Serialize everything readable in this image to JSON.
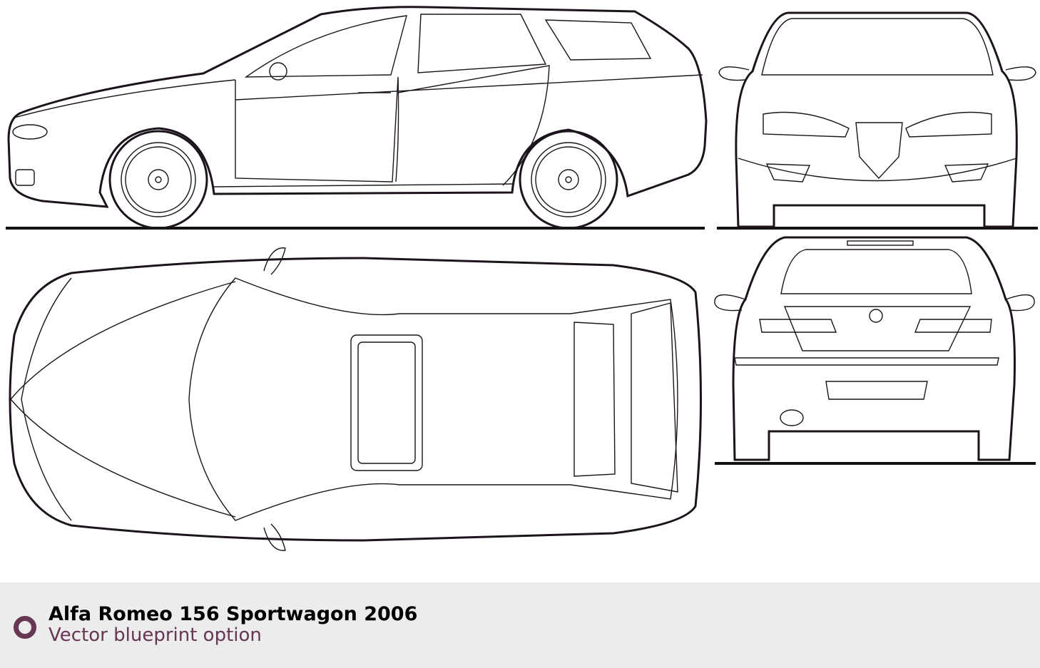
{
  "caption": {
    "title": "Alfa Romeo 156 Sportwagon 2006",
    "subtitle": "Vector blueprint option",
    "accent_color": "#663652",
    "icon": "ring-bullet-icon"
  },
  "views": [
    "side",
    "front",
    "top",
    "rear"
  ]
}
